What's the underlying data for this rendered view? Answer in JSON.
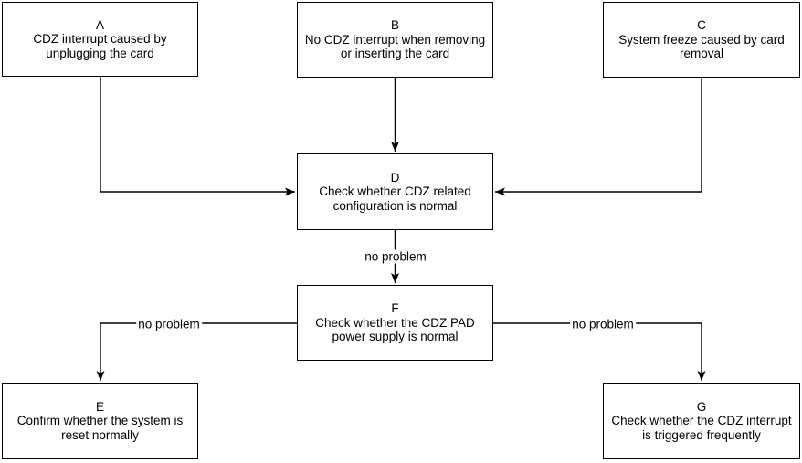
{
  "diagram": {
    "type": "flowchart",
    "nodes": [
      {
        "id": "A",
        "text": "CDZ interrupt caused by\nunplugging the card"
      },
      {
        "id": "B",
        "text": "No CDZ interrupt when removing\nor inserting the card"
      },
      {
        "id": "C",
        "text": "System freeze caused by card\nremoval"
      },
      {
        "id": "D",
        "text": "Check whether CDZ related\nconfiguration is normal"
      },
      {
        "id": "F",
        "text": "Check whether the CDZ PAD\npower supply is normal"
      },
      {
        "id": "E",
        "text": "Confirm whether the system is\nreset normally"
      },
      {
        "id": "G",
        "text": "Check whether the CDZ interrupt\nis triggered frequently"
      }
    ],
    "edges": [
      {
        "from": "A",
        "to": "D",
        "label": ""
      },
      {
        "from": "B",
        "to": "D",
        "label": ""
      },
      {
        "from": "C",
        "to": "D",
        "label": ""
      },
      {
        "from": "D",
        "to": "F",
        "label": "no problem"
      },
      {
        "from": "F",
        "to": "E",
        "label": "no problem"
      },
      {
        "from": "F",
        "to": "G",
        "label": "no problem"
      }
    ],
    "colors": {
      "background": "#ffffff",
      "node_fill": "#ffffff",
      "node_border": "#000000",
      "line": "#000000",
      "text": "#000000"
    }
  }
}
